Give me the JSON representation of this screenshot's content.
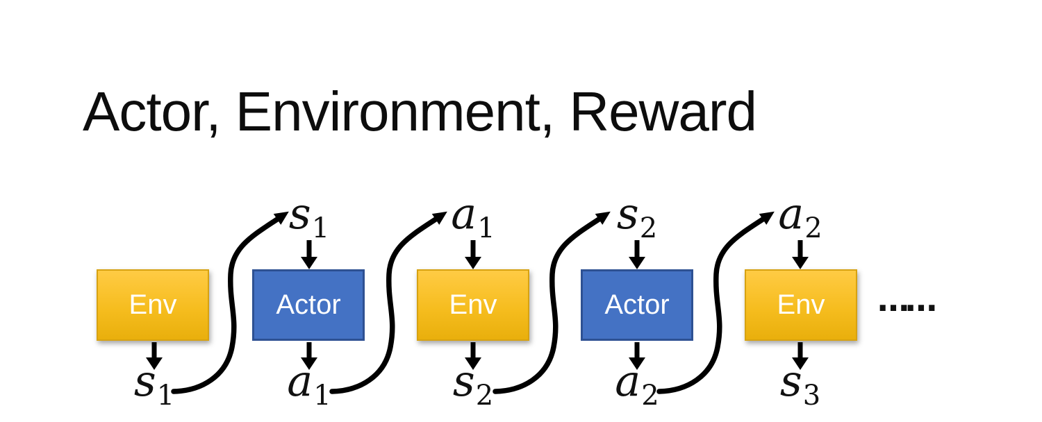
{
  "title": "Actor, Environment, Reward",
  "diagram": {
    "boxes": [
      {
        "label": "Env",
        "kind": "environment"
      },
      {
        "label": "Actor",
        "kind": "actor"
      },
      {
        "label": "Env",
        "kind": "environment"
      },
      {
        "label": "Actor",
        "kind": "actor"
      },
      {
        "label": "Env",
        "kind": "environment"
      }
    ],
    "top_labels": [
      {
        "base": "s",
        "sub": "1"
      },
      {
        "base": "a",
        "sub": "1"
      },
      {
        "base": "s",
        "sub": "2"
      },
      {
        "base": "a",
        "sub": "2"
      }
    ],
    "bottom_labels": [
      {
        "base": "s",
        "sub": "1"
      },
      {
        "base": "a",
        "sub": "1"
      },
      {
        "base": "s",
        "sub": "2"
      },
      {
        "base": "a",
        "sub": "2"
      },
      {
        "base": "s",
        "sub": "3"
      }
    ],
    "ellipsis": "……"
  },
  "colors": {
    "slide_bg": "#FFFFFF",
    "title_text": "#0D0D0D",
    "env_top": "#FFCB44",
    "env_mid": "#F6BD1F",
    "env_bottom": "#E9AF0C",
    "env_border": "#D7A211",
    "actor_fill": "#4472C4",
    "actor_border": "#2E5193",
    "box_text": "#FFFFFF",
    "arrow": "#000000"
  }
}
